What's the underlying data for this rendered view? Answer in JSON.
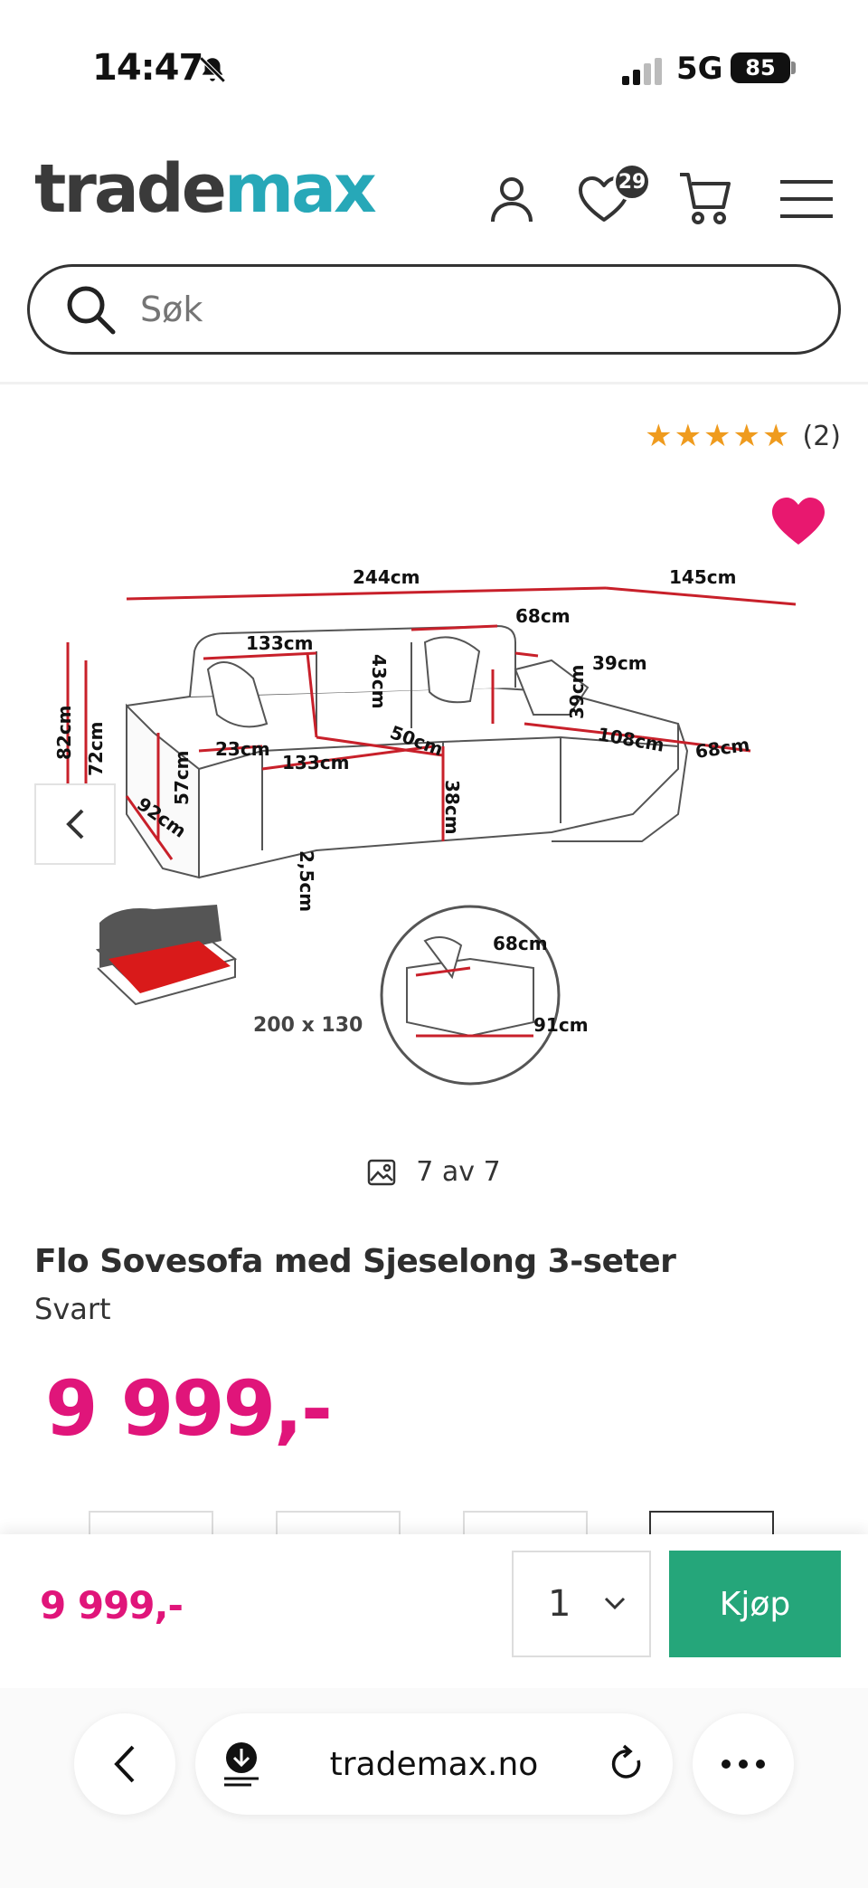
{
  "status_bar": {
    "time": "14:47",
    "network": "5G",
    "battery": "85"
  },
  "header": {
    "logo_part1": "trade",
    "logo_part2": "max",
    "wishlist_count": "29",
    "search_placeholder": "Søk"
  },
  "rating": {
    "stars": 5,
    "count": "(2)"
  },
  "gallery": {
    "counter": "7 av 7",
    "dimensions": {
      "total_width": "244cm",
      "chaise_width": "145cm",
      "back_cushion": "133cm",
      "cushion_width": "68cm",
      "back_height": "43cm",
      "small_pillow": "39cm",
      "small_pillow_h": "39cm",
      "total_height": "82cm",
      "arm_height": "72cm",
      "arm_width": "23cm",
      "seat_height": "57cm",
      "seat_width": "133cm",
      "seat_depth": "50cm",
      "chaise_length": "108cm",
      "chaise_depth": "68cm",
      "depth": "92cm",
      "front_height": "38cm",
      "leg_height": "2,5cm",
      "bed_size": "200 x 130",
      "detail_height": "68cm",
      "detail_depth": "91cm"
    }
  },
  "product": {
    "title": "Flo Sovesofa med Sjeselong 3-seter",
    "color": "Svart",
    "price": "9 999,-"
  },
  "buy_bar": {
    "price": "9 999,-",
    "quantity": "1",
    "buy_label": "Kjøp"
  },
  "browser": {
    "url": "trademax.no"
  }
}
